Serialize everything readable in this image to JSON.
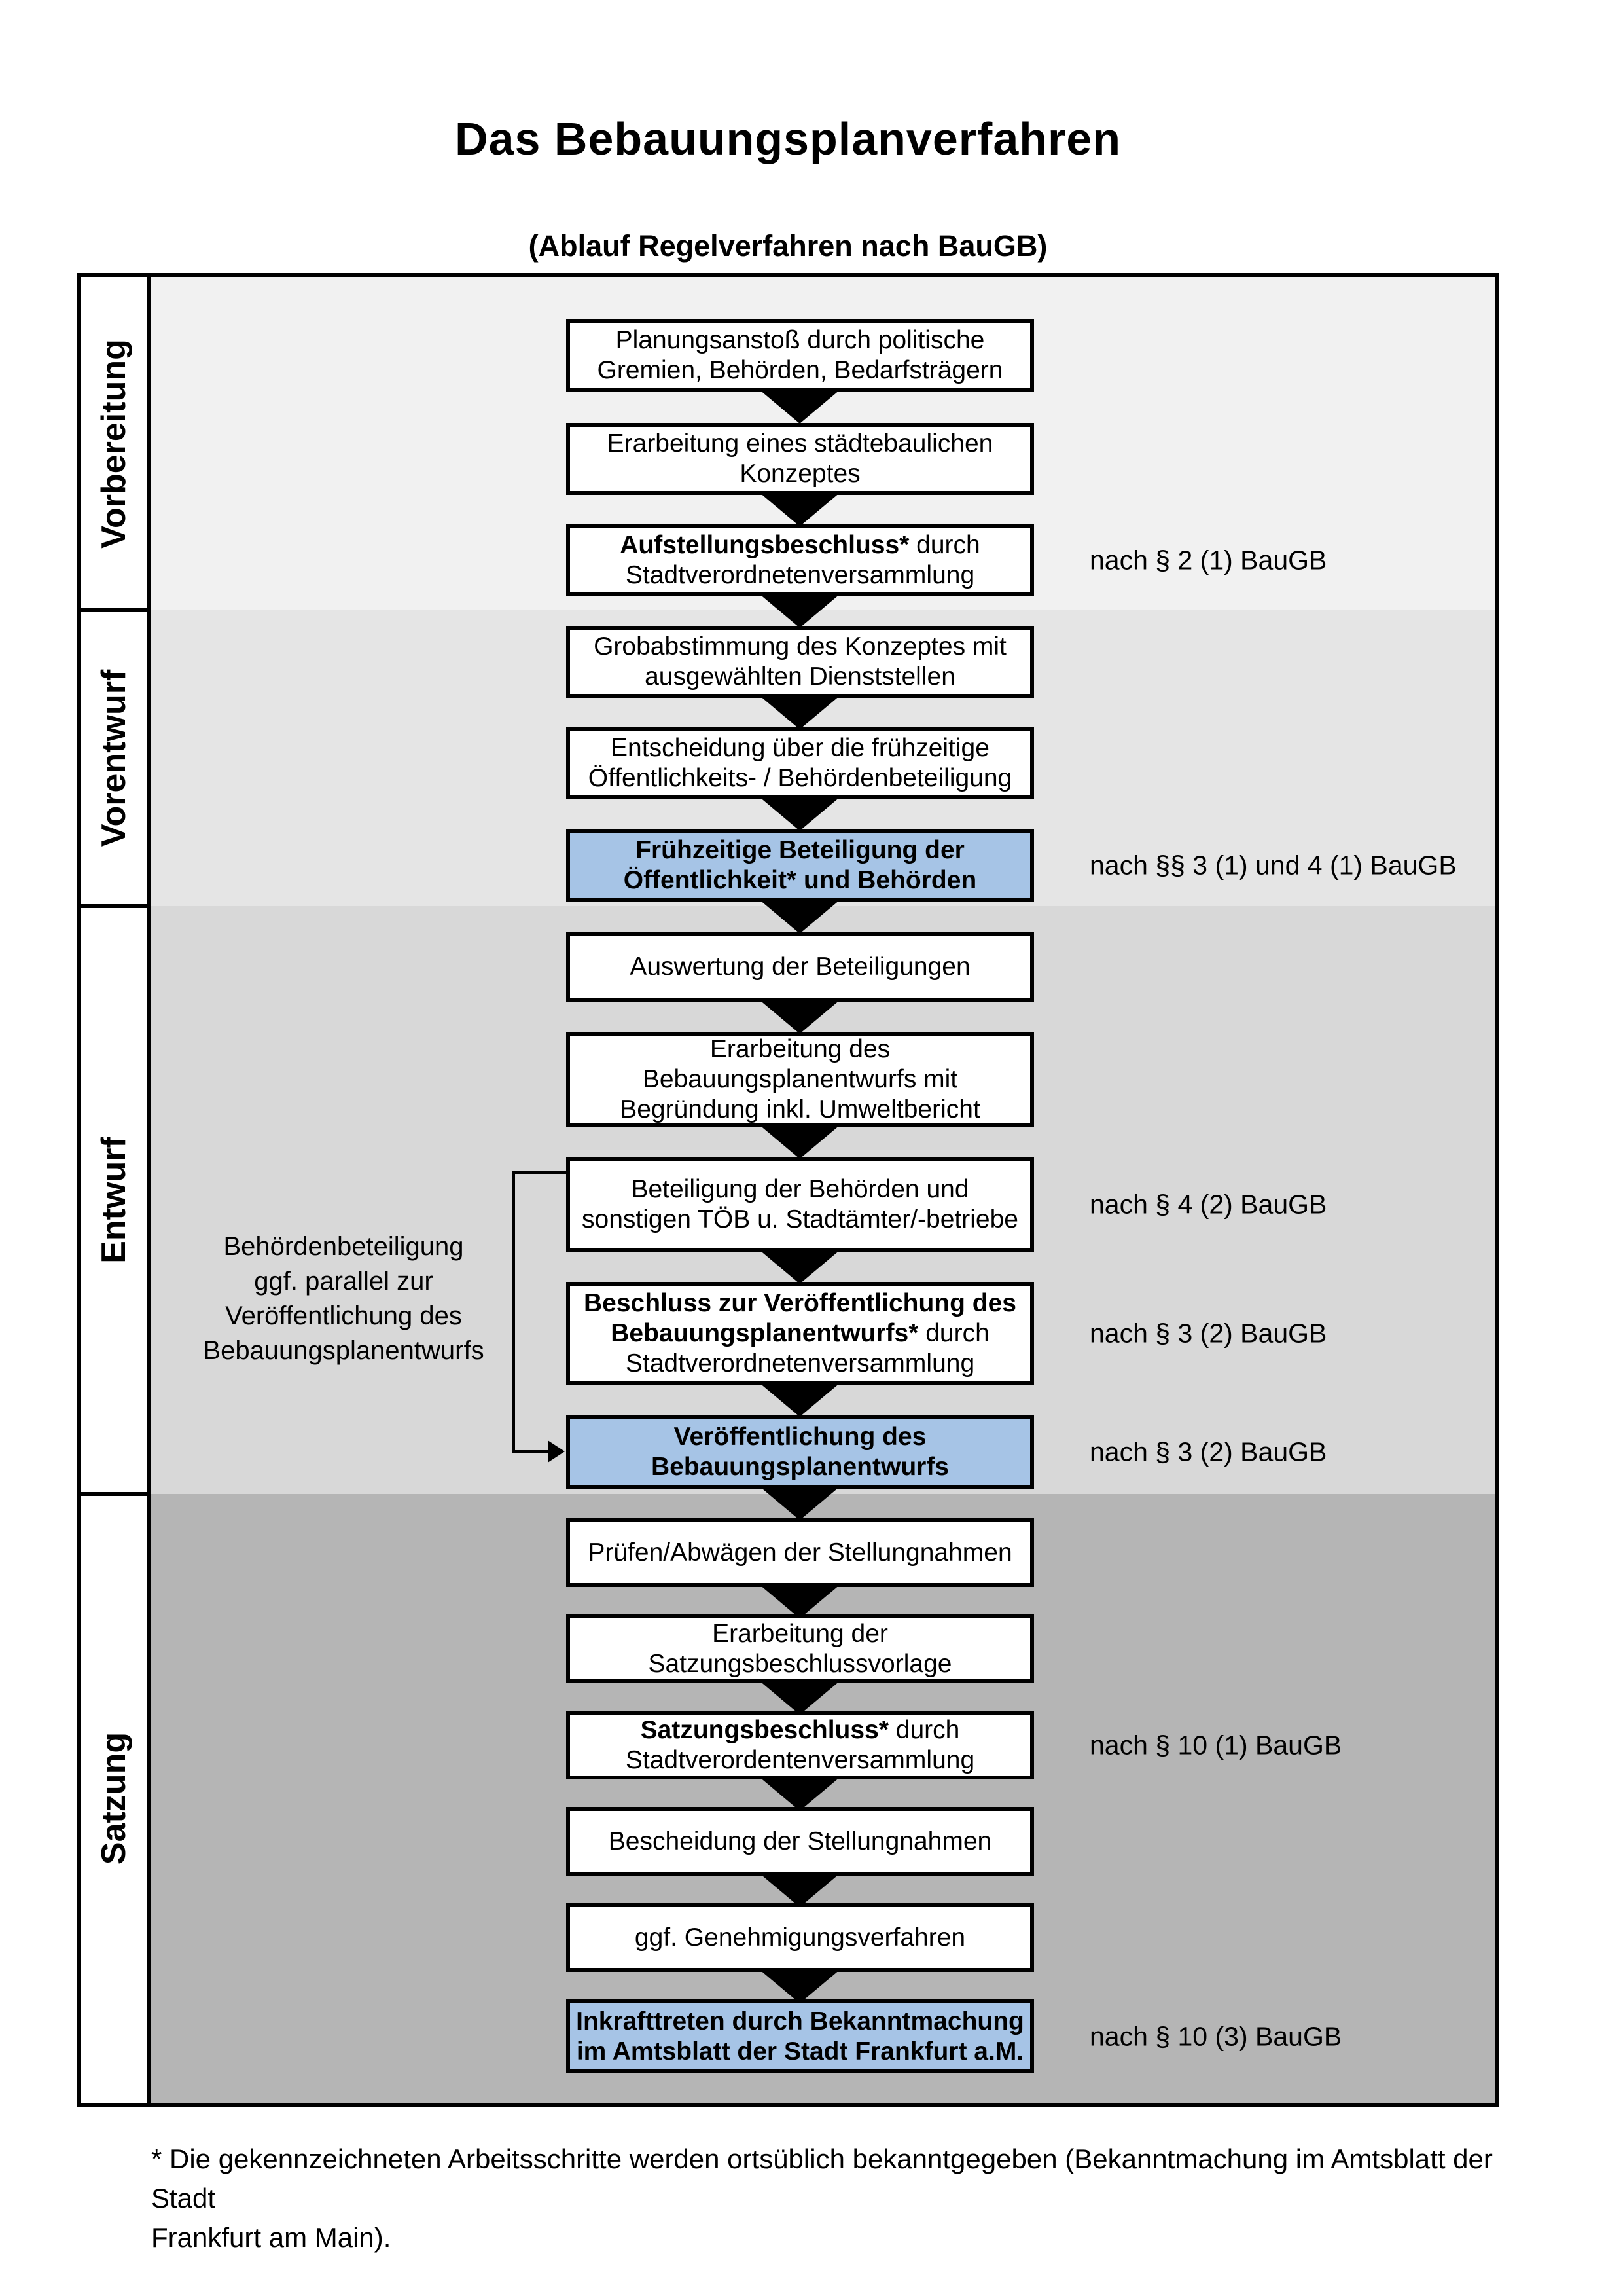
{
  "page": {
    "title": "Das Bebauungsplanverfahren",
    "subtitle": "(Ablauf Regelverfahren nach BauGB)",
    "footnote": "* Die gekennzeichneten Arbeitsschritte werden ortsüblich bekanntgegeben (Bekanntmachung im Amtsblatt  der Stadt\nFrankfurt am Main)."
  },
  "colors": {
    "section_backgrounds": [
      "#f1f1f1",
      "#e5e5e5",
      "#d8d8d8",
      "#b5b5b5"
    ],
    "highlight_box": "#a6c4e6",
    "box_background": "#ffffff",
    "box_border": "#000000"
  },
  "sections": [
    {
      "label": "Vorbereitung"
    },
    {
      "label": "Vorentwurf"
    },
    {
      "label": "Entwurf"
    },
    {
      "label": "Satzung"
    }
  ],
  "side_note": "Behördenbeteiligung\nggf. parallel zur\nVeröffentlichung des\nBebauungsplanentwurfs",
  "boxes": [
    {
      "id": "planungsanstoss",
      "style": "white",
      "annotation": null,
      "lines": [
        [
          {
            "t": "Planungsanstoß durch politische",
            "b": false
          }
        ],
        [
          {
            "t": "Gremien, Behörden, Bedarfsträgern",
            "b": false
          }
        ]
      ]
    },
    {
      "id": "staedtebauliches-konzept",
      "style": "white",
      "annotation": null,
      "lines": [
        [
          {
            "t": "Erarbeitung eines städtebaulichen",
            "b": false
          }
        ],
        [
          {
            "t": "Konzeptes",
            "b": false
          }
        ]
      ]
    },
    {
      "id": "aufstellungsbeschluss",
      "style": "white",
      "annotation": "nach § 2 (1) BauGB",
      "lines": [
        [
          {
            "t": "Aufstellungsbeschluss*",
            "b": true
          },
          {
            "t": " durch",
            "b": false
          }
        ],
        [
          {
            "t": "Stadtverordnetenversammlung",
            "b": false
          }
        ]
      ]
    },
    {
      "id": "grobabstimmung",
      "style": "white",
      "annotation": null,
      "lines": [
        [
          {
            "t": "Grobabstimmung des Konzeptes mit",
            "b": false
          }
        ],
        [
          {
            "t": "ausgewählten Dienststellen",
            "b": false
          }
        ]
      ]
    },
    {
      "id": "entscheidung-beteiligung",
      "style": "white",
      "annotation": null,
      "lines": [
        [
          {
            "t": "Entscheidung über die frühzeitige",
            "b": false
          }
        ],
        [
          {
            "t": "Öffentlichkeits- / Behördenbeteiligung",
            "b": false
          }
        ]
      ]
    },
    {
      "id": "fruehzeitige-beteiligung",
      "style": "blue",
      "annotation": "nach §§ 3 (1) und 4 (1) BauGB",
      "lines": [
        [
          {
            "t": "Frühzeitige Beteiligung der",
            "b": true
          }
        ],
        [
          {
            "t": "Öffentlichkeit* und Behörden",
            "b": true
          }
        ]
      ]
    },
    {
      "id": "auswertung-beteiligungen",
      "style": "white",
      "annotation": null,
      "lines": [
        [
          {
            "t": "Auswertung der Beteiligungen",
            "b": false
          }
        ]
      ]
    },
    {
      "id": "erarbeitung-bebauungsplanentwurf",
      "style": "white",
      "annotation": null,
      "lines": [
        [
          {
            "t": "Erarbeitung des",
            "b": false
          }
        ],
        [
          {
            "t": "Bebauungsplanentwurfs mit",
            "b": false
          }
        ],
        [
          {
            "t": "Begründung inkl. Umweltbericht",
            "b": false
          }
        ]
      ]
    },
    {
      "id": "beteiligung-behoerden-toeb",
      "style": "white",
      "annotation": "nach § 4 (2) BauGB",
      "lines": [
        [
          {
            "t": "Beteiligung der Behörden und",
            "b": false
          }
        ],
        [
          {
            "t": "sonstigen TÖB u. Stadtämter/-betriebe",
            "b": false
          }
        ]
      ]
    },
    {
      "id": "beschluss-veroeffentlichung",
      "style": "white",
      "annotation": "nach § 3 (2) BauGB",
      "lines": [
        [
          {
            "t": "Beschluss zur Veröffentlichung des",
            "b": true
          }
        ],
        [
          {
            "t": "Bebauungsplanentwurfs*",
            "b": true
          },
          {
            "t": " durch",
            "b": false
          }
        ],
        [
          {
            "t": "Stadtverordnetenversammlung",
            "b": false
          }
        ]
      ]
    },
    {
      "id": "veroeffentlichung-entwurf",
      "style": "blue",
      "annotation": "nach § 3 (2) BauGB",
      "lines": [
        [
          {
            "t": "Veröffentlichung des",
            "b": true
          }
        ],
        [
          {
            "t": "Bebauungsplanentwurfs",
            "b": true
          }
        ]
      ]
    },
    {
      "id": "pruefen-abwaegen",
      "style": "white",
      "annotation": null,
      "lines": [
        [
          {
            "t": "Prüfen/Abwägen der Stellungnahmen",
            "b": false
          }
        ]
      ]
    },
    {
      "id": "satzungsbeschlussvorlage",
      "style": "white",
      "annotation": null,
      "lines": [
        [
          {
            "t": "Erarbeitung der",
            "b": false
          }
        ],
        [
          {
            "t": "Satzungsbeschlussvorlage",
            "b": false
          }
        ]
      ]
    },
    {
      "id": "satzungsbeschluss",
      "style": "white",
      "annotation": "nach § 10 (1) BauGB",
      "lines": [
        [
          {
            "t": "Satzungsbeschluss*",
            "b": true
          },
          {
            "t": " durch",
            "b": false
          }
        ],
        [
          {
            "t": "Stadtverordentenversammlung",
            "b": false
          }
        ]
      ]
    },
    {
      "id": "bescheidung-stellungnahmen",
      "style": "white",
      "annotation": null,
      "lines": [
        [
          {
            "t": "Bescheidung der Stellungnahmen",
            "b": false
          }
        ]
      ]
    },
    {
      "id": "genehmigungsverfahren",
      "style": "white",
      "annotation": null,
      "lines": [
        [
          {
            "t": "ggf. Genehmigungsverfahren",
            "b": false
          }
        ]
      ]
    },
    {
      "id": "inkrafttreten",
      "style": "blue",
      "annotation": "nach § 10 (3) BauGB",
      "lines": [
        [
          {
            "t": "Inkrafttreten",
            "b": true
          },
          {
            "t": " durch Bekanntmachung",
            "b": false
          }
        ],
        [
          {
            "t": "im Amtsblatt der Stadt Frankfurt a.M.",
            "b": false
          }
        ]
      ]
    }
  ]
}
